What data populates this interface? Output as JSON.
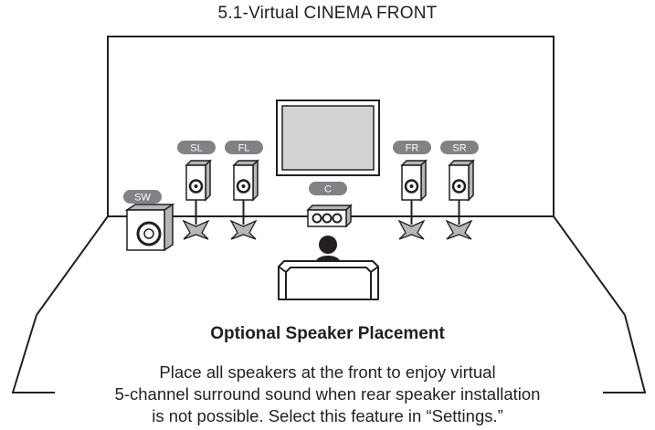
{
  "diagram": {
    "title": "5.1-Virtual CINEMA FRONT",
    "heading": "Optional Speaker Placement",
    "description": [
      "Place all speakers at the front to enjoy virtual",
      "5-channel surround sound when rear speaker installation",
      "is not possible. Select this feature in “Settings.”"
    ],
    "speakers": {
      "subwoofer": "SW",
      "surround_left": "SL",
      "front_left": "FL",
      "center": "C",
      "front_right": "FR",
      "surround_right": "SR"
    },
    "colors": {
      "line": "#231f20",
      "label_pill": "#808285",
      "screen_fill": "#d1d3d4",
      "speaker_fill": "#b4b6b8"
    }
  }
}
